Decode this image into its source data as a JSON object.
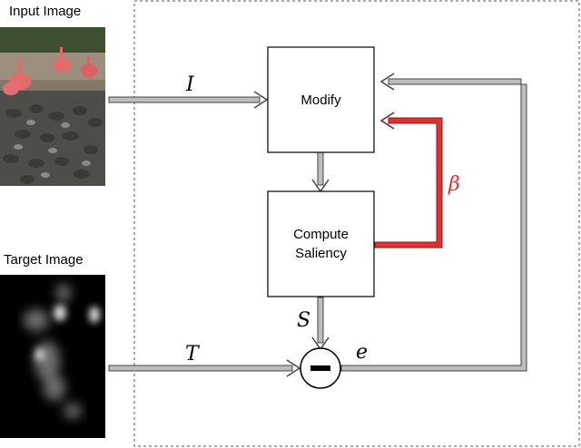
{
  "labels": {
    "input_image": "Input Image",
    "target_image": "Target Image"
  },
  "blocks": {
    "modify": "Modify",
    "compute_line1": "Compute",
    "compute_line2": "Saliency"
  },
  "symbols": {
    "I": "I",
    "T": "T",
    "S": "S",
    "e": "e",
    "beta": "β"
  },
  "colors": {
    "arrow_gray": "#bdbdbd",
    "arrow_outline": "#444444",
    "feedback_red": "#e03030",
    "beta_text": "#e03030",
    "box_border": "#000000",
    "dashed_border": "#555555"
  },
  "images": {
    "input_image": "flamingo-duck-photo",
    "target_image": "saliency-heatmap"
  }
}
